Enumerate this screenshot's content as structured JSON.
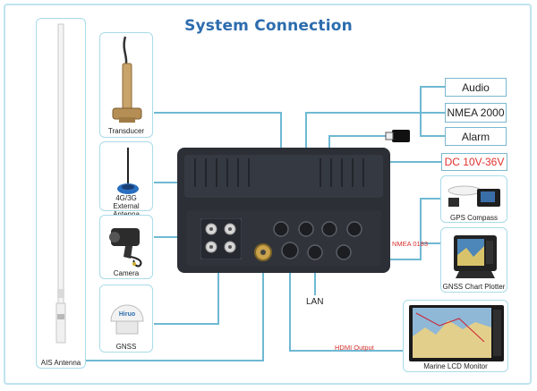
{
  "title": "System Connection",
  "devices": {
    "ais_antenna": "AIS Antenna",
    "transducer": "Transducer",
    "external_antenna": "4G/3G\nExternal Antenna",
    "camera": "Camera",
    "gnss": "GNSS",
    "gps_compass": "GPS Compass",
    "gnss_chart_plotter": "GNSS Chart Plotter",
    "marine_lcd_monitor": "Marine LCD Monitor",
    "gnss_brand": "Hiruo"
  },
  "ports": {
    "audio": "Audio",
    "nmea2000": "NMEA 2000",
    "alarm": "Alarm",
    "dc": "DC 10V-36V",
    "nmea0183": "NMEA 0183",
    "lan": "LAN",
    "hdmi": "HDMI Output"
  },
  "colors": {
    "title": "#2c6cae",
    "wire": "#6fb9d3",
    "card_border": "#a9dbe9",
    "accent_red": "#e0302c"
  }
}
